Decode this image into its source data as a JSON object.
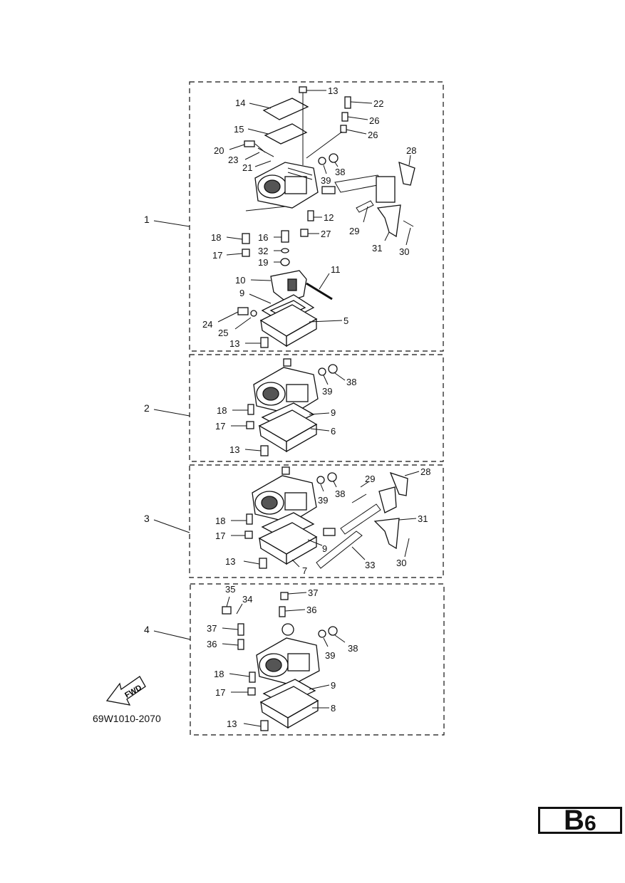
{
  "diagram": {
    "part_number": "69W1010-2070",
    "fwd_label": "FWD",
    "page_code": {
      "letter": "B",
      "number": "6"
    },
    "assemblies": [
      {
        "id": "1",
        "callouts": [
          "13",
          "14",
          "22",
          "26",
          "26",
          "15",
          "20",
          "23",
          "21",
          "39",
          "38",
          "28",
          "12",
          "29",
          "18",
          "16",
          "27",
          "31",
          "30",
          "17",
          "32",
          "19",
          "10",
          "11",
          "9",
          "5",
          "24",
          "25",
          "13"
        ]
      },
      {
        "id": "2",
        "callouts": [
          "39",
          "38",
          "18",
          "9",
          "17",
          "6",
          "13"
        ]
      },
      {
        "id": "3",
        "callouts": [
          "28",
          "29",
          "39",
          "38",
          "31",
          "18",
          "17",
          "9",
          "13",
          "7",
          "33",
          "30"
        ]
      },
      {
        "id": "4",
        "callouts": [
          "35",
          "34",
          "37",
          "36",
          "37",
          "36",
          "39",
          "38",
          "18",
          "9",
          "17",
          "8",
          "13"
        ]
      }
    ]
  }
}
